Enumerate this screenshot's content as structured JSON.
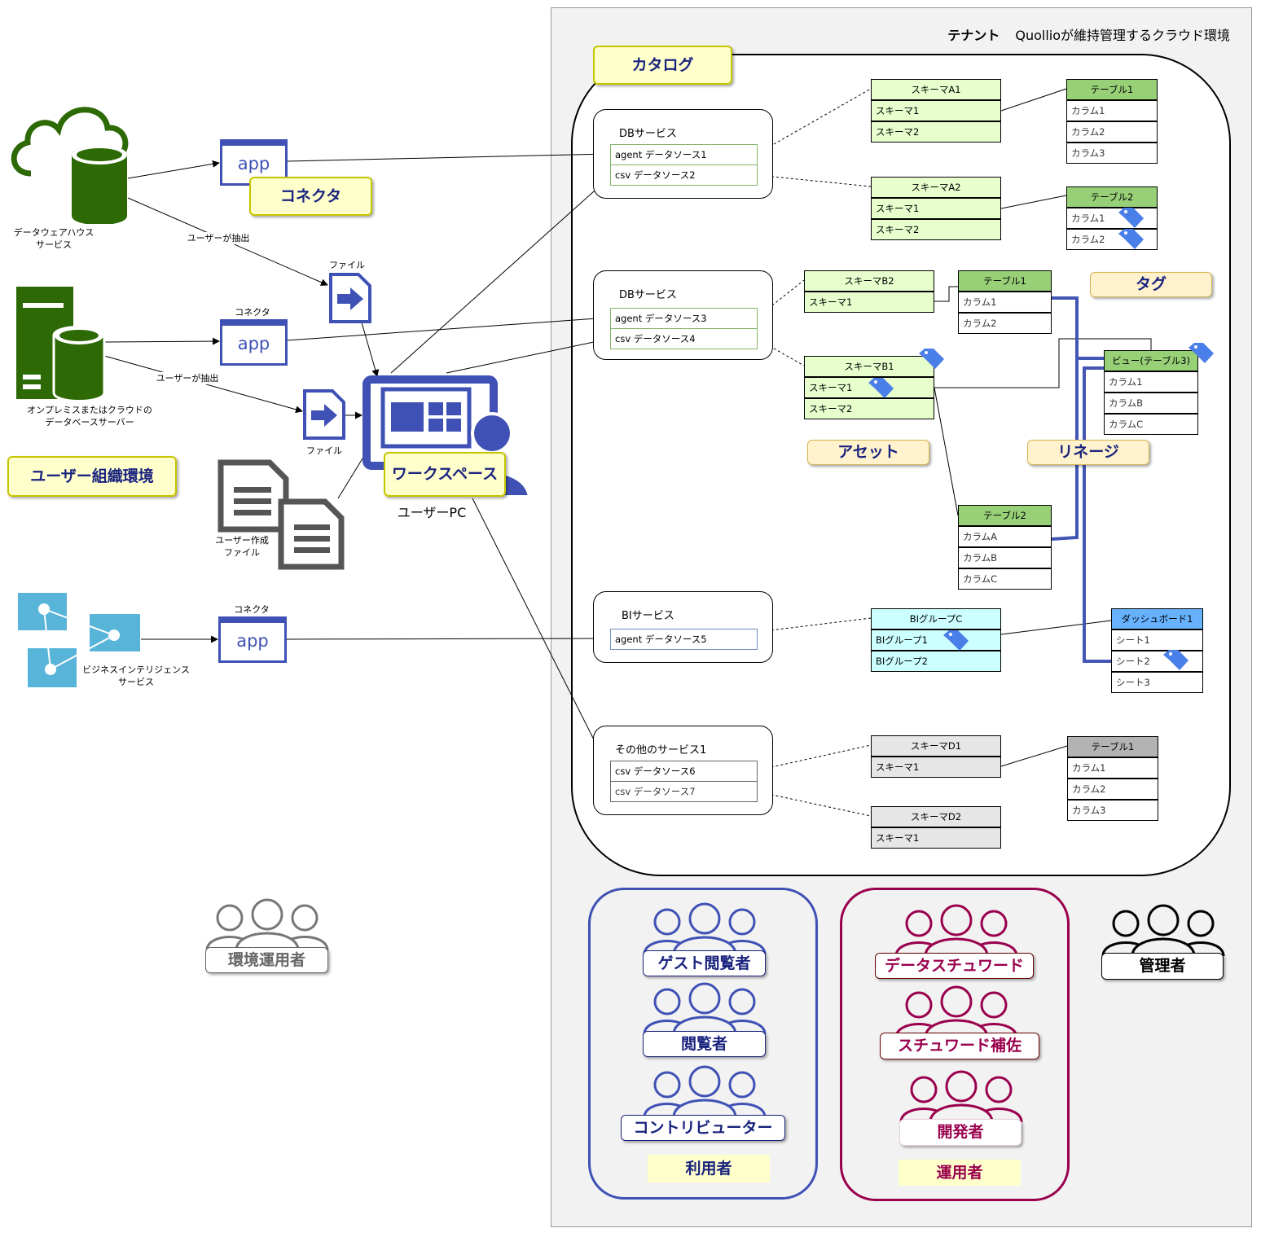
{
  "tenant": {
    "title": "テナント",
    "subtitle": "Quollioが維持管理するクラウド環境"
  },
  "catalog_label": "カタログ",
  "services": [
    {
      "title": "DBサービス",
      "sources": [
        "agent データソース1",
        "csv データソース2"
      ]
    },
    {
      "title": "DBサービス",
      "sources": [
        "agent データソース3",
        "csv データソース4"
      ]
    },
    {
      "title": "BIサービス",
      "sources": [
        "agent データソース5"
      ]
    },
    {
      "title": "その他のサービス1",
      "sources": [
        "csv データソース6",
        "csv データソース7"
      ]
    }
  ],
  "schemas": {
    "a1": {
      "header": "スキーマA1",
      "rows": [
        "スキーマ1",
        "スキーマ2"
      ]
    },
    "a2": {
      "header": "スキーマA2",
      "rows": [
        "スキーマ1",
        "スキーマ2"
      ]
    },
    "b2": {
      "header": "スキーマB2",
      "rows": [
        "スキーマ1"
      ]
    },
    "b1": {
      "header": "スキーマB1",
      "rows": [
        "スキーマ1",
        "スキーマ2"
      ]
    },
    "bic": {
      "header": "BIグループC",
      "rows": [
        "BIグループ1",
        "BIグループ2"
      ]
    },
    "d1": {
      "header": "スキーマD1",
      "rows": [
        "スキーマ1"
      ]
    },
    "d2": {
      "header": "スキーマD2",
      "rows": [
        "スキーマ1"
      ]
    }
  },
  "tables": {
    "t1a": {
      "header": "テーブル1",
      "rows": [
        "カラム1",
        "カラム2",
        "カラム3"
      ]
    },
    "t2a": {
      "header": "テーブル2",
      "rows": [
        "カラム1",
        "カラム2"
      ]
    },
    "t1b": {
      "header": "テーブル1",
      "rows": [
        "カラム1",
        "カラム2"
      ]
    },
    "view": {
      "header": "ビュー(テーブル3)",
      "rows": [
        "カラム1",
        "カラムB",
        "カラムC"
      ]
    },
    "t2b": {
      "header": "テーブル2",
      "rows": [
        "カラムA",
        "カラムB",
        "カラムC"
      ]
    },
    "dash": {
      "header": "ダッシュボード1",
      "rows": [
        "シート1",
        "シート2",
        "シート3"
      ]
    },
    "t1d": {
      "header": "テーブル1",
      "rows": [
        "カラム1",
        "カラム2",
        "カラム3"
      ]
    }
  },
  "notes": {
    "tag": "タグ",
    "asset": "アセット",
    "lineage": "リネージ",
    "connector": "コネクタ",
    "org": "ユーザー組織環境",
    "workspace": "ワークスペース"
  },
  "left": {
    "dwh": "データウェアハウス\nサービス",
    "onprem": "オンプレミスまたはクラウドの\nデータベースサーバー",
    "bi": "ビジネスインテリジェンス\nサービス",
    "app": "app",
    "connector_small": "コネクタ",
    "file": "ファイル",
    "extract": "ユーザーが抽出",
    "user_files": "ユーザー作成\nファイル",
    "user_pc": "ユーザーPC"
  },
  "roles": {
    "env_operator": "環境運用者",
    "guest_viewer": "ゲスト閲覧者",
    "viewer": "閲覧者",
    "contributor": "コントリビューター",
    "users": "利用者",
    "data_steward": "データスチュワード",
    "steward_assist": "スチュワード補佐",
    "developer": "開発者",
    "operators": "運用者",
    "admin": "管理者"
  },
  "colors": {
    "navy": "#1a237e",
    "blue": "#3f51b5",
    "green": "#2d6a05",
    "crimson": "#99004d",
    "lineage": "#4355b5",
    "tag": "#4a7ee8"
  }
}
